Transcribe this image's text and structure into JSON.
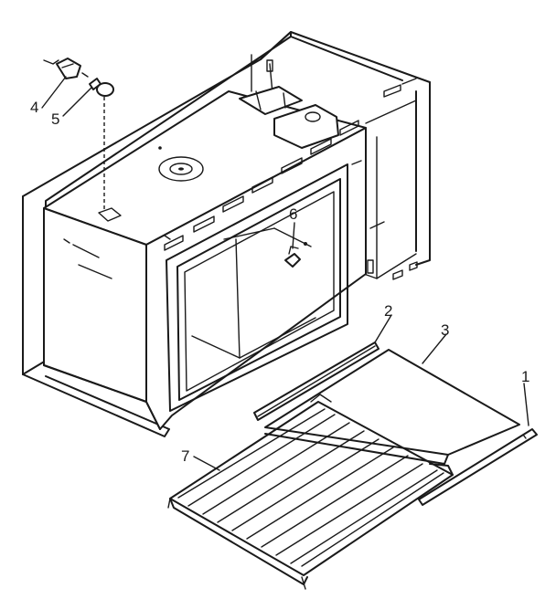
{
  "callouts": [
    {
      "id": "1",
      "label": "1"
    },
    {
      "id": "2",
      "label": "2"
    },
    {
      "id": "3",
      "label": "3"
    },
    {
      "id": "4",
      "label": "4"
    },
    {
      "id": "5",
      "label": "5"
    },
    {
      "id": "6",
      "label": "6"
    },
    {
      "id": "7",
      "label": "7"
    }
  ],
  "colors": {
    "ink": "#1a1a1a",
    "paper": "#ffffff"
  }
}
